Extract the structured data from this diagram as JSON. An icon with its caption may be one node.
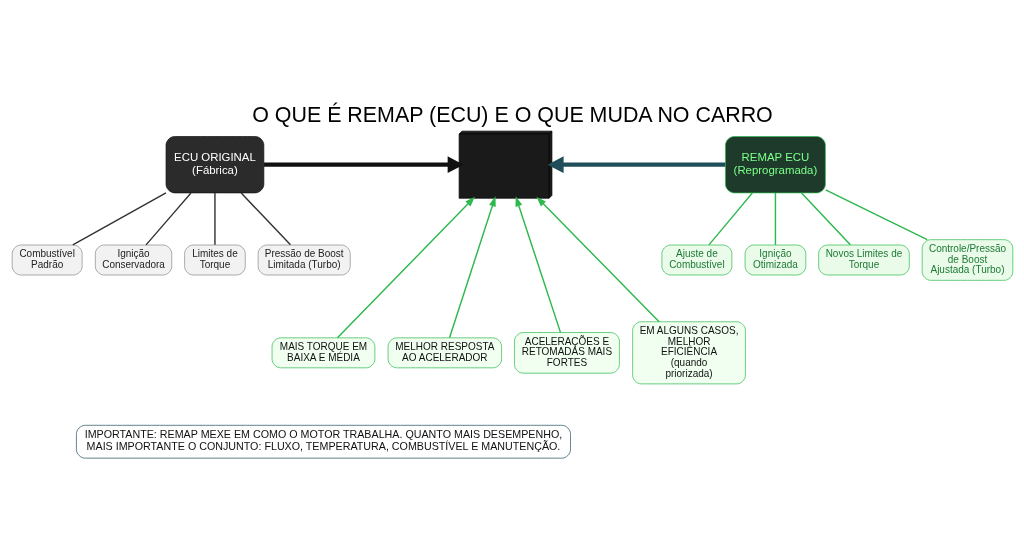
{
  "diagram": {
    "title": "O QUE É REMAP (ECU) E O QUE MUDA NO CARRO",
    "nodes": [
      {
        "text": [
          "ECU ORIGINAL",
          "(Fábrica)"
        ]
      },
      {
        "text": [],
        "shape": "picture"
      },
      {
        "text": [
          "REMAP ECU",
          "(Reprogramada)"
        ]
      },
      {
        "text": [
          "Combustível Padrão"
        ]
      },
      {
        "text": [
          "Ignição Conservadora"
        ]
      },
      {
        "text": [
          "Limites de Torque"
        ]
      },
      {
        "text": [
          "Pressão de Boost Limitada (Turbo)"
        ]
      },
      {
        "text": [
          "Ajuste de Combustível"
        ]
      },
      {
        "text": [
          "Ignição Otimizada"
        ]
      },
      {
        "text": [
          "Novos Limites de Torque"
        ]
      },
      {
        "text": [
          "Controle/Pressão de Boost Ajustada (Turbo)"
        ]
      },
      {
        "text": [
          "MAIS TORQUE EM BAIXA E MÉDIA"
        ]
      },
      {
        "text": [
          "MELHOR RESPOSTA AO ACELERADOR"
        ]
      },
      {
        "text": [
          "ACELERAÇÕES E RETOMADAS MAIS FORTES"
        ]
      },
      {
        "text": [
          "EM ALGUNS CASOS, MELHOR EFICIÊNCIA (quando priorizada)"
        ]
      },
      {
        "text": [
          "IMPORTANTE: REMAP MEXE EM COMO O MOTOR TRABALHA. QUANTO MAIS DESEMPENHO, MAIS IMPORTANTE O CONJUNTO: FLUXO, TEMPERATURA, COMBUSTÍVEL E MANUTENÇÃO."
        ]
      }
    ],
    "edges": [
      {
        "from": 0,
        "to": 1,
        "arrow": "to",
        "style": "thick",
        "color": "#111111"
      },
      {
        "from": 2,
        "to": 1,
        "arrow": "to",
        "style": "thick",
        "color": "#1f4e5a"
      },
      {
        "from": 0,
        "to": 3,
        "arrow": "none",
        "color": "#333333"
      },
      {
        "from": 0,
        "to": 4,
        "arrow": "none",
        "color": "#333333"
      },
      {
        "from": 0,
        "to": 5,
        "arrow": "none",
        "color": "#333333"
      },
      {
        "from": 0,
        "to": 6,
        "arrow": "none",
        "color": "#333333"
      },
      {
        "from": 2,
        "to": 7,
        "arrow": "none"
      },
      {
        "from": 2,
        "to": 8,
        "arrow": "none"
      },
      {
        "from": 2,
        "to": 9,
        "arrow": "none"
      },
      {
        "from": 2,
        "to": 10,
        "arrow": "none"
      },
      {
        "from": 11,
        "to": 1,
        "arrow": "to"
      },
      {
        "from": 12,
        "to": 1,
        "arrow": "to"
      },
      {
        "from": 13,
        "to": 1,
        "arrow": "to"
      },
      {
        "from": 14,
        "to": 1,
        "arrow": "to"
      }
    ]
  }
}
